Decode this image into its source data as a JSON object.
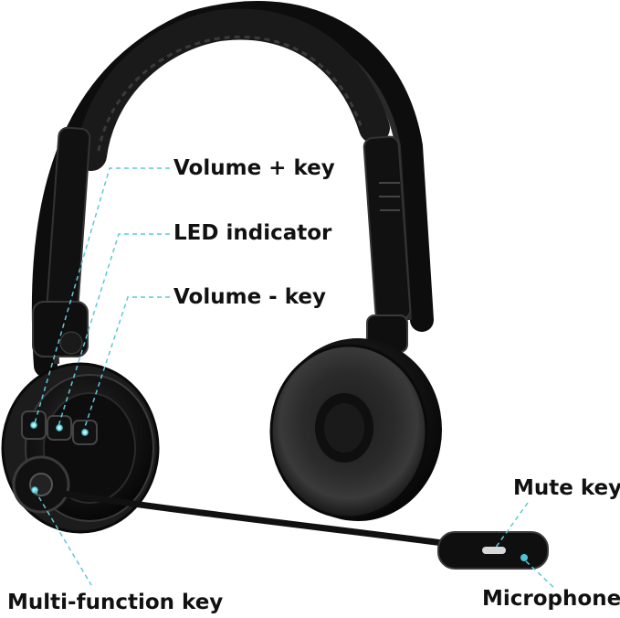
{
  "labels": {
    "volume_plus": "Volume + key",
    "led_indicator": "LED indicator",
    "volume_minus": "Volume - key",
    "mute_key": "Mute key",
    "multi_function_key": "Multi-function key",
    "microphone": "Microphone"
  },
  "colors": {
    "leader_line": "#5fc9d8",
    "indicator_glow": "#7fe3ee",
    "headset_body": "#141414",
    "ear_cushion": "#262626",
    "mic_marker": "#d8d8d8"
  },
  "icons": {
    "headset": "headset-illustration"
  }
}
